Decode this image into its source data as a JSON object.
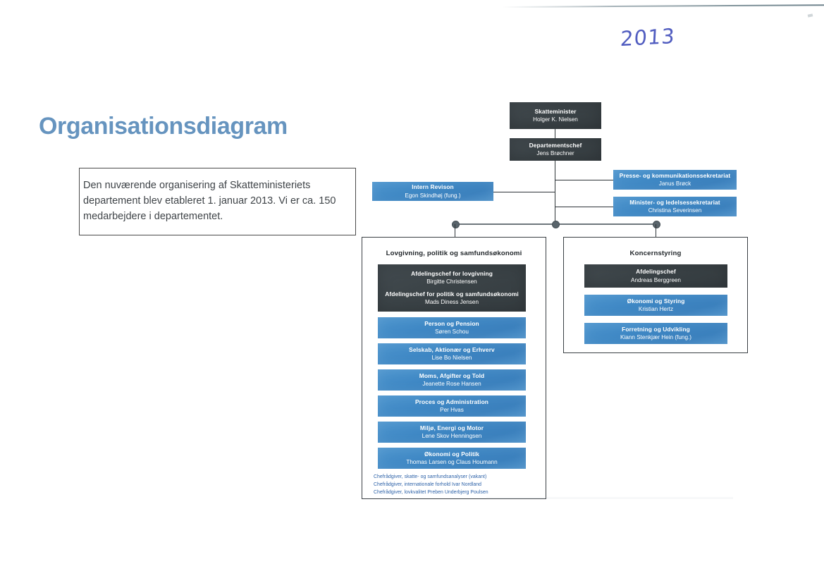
{
  "document": {
    "title": "Organisationsdiagram",
    "handwritten_annotation": "2013",
    "description": "Den nuværende organisering af Skatteministeriets departement blev etableret 1. januar 2013. Vi er ca. 150 medarbejdere i departementet."
  },
  "colors": {
    "title_blue": "#5e8fbc",
    "node_dark": "#3d4549",
    "node_blue": "#3d87c4",
    "connector": "#2e3438",
    "advisor_text": "#2d62a8",
    "handwriting": "#3a47b8"
  },
  "chart_data": {
    "type": "diagram",
    "title": "Organisationsdiagram",
    "org": "Skatteministeriets departement",
    "top": {
      "minister": {
        "title": "Skatteminister",
        "name": "Holger K. Nielsen",
        "style": "dark"
      },
      "department_head": {
        "title": "Departementschef",
        "name": "Jens Brøchner",
        "style": "dark"
      }
    },
    "staff": {
      "left": {
        "title": "Intern Revison",
        "name": "Egon Skindhøj (fung.)",
        "style": "blue"
      },
      "right": [
        {
          "title": "Presse- og kommunikationssekretariat",
          "name": "Janus Brøck",
          "style": "blue"
        },
        {
          "title": "Minister- og ledelsessekretariat",
          "name": "Christina Severinsen",
          "style": "blue"
        }
      ]
    },
    "divisions": [
      {
        "panel_title": "Lovgivning, politik og samfundsøkonomi",
        "heads": [
          {
            "title": "Afdelingschef for lovgivning",
            "name": "Birgitte Christensen"
          },
          {
            "title": "Afdelingschef for politik og samfundsøkonomi",
            "name": "Mads Diness Jensen"
          }
        ],
        "units": [
          {
            "title": "Person og Pension",
            "name": "Søren Schou"
          },
          {
            "title": "Selskab, Aktionær og Erhverv",
            "name": "Lise Bo Nielsen"
          },
          {
            "title": "Moms, Afgifter og Told",
            "name": "Jeanette Rose Hansen"
          },
          {
            "title": "Proces og Administration",
            "name": "Per Hvas"
          },
          {
            "title": "Miljø, Energi og Motor",
            "name": "Lene Skov Henningsen"
          },
          {
            "title": "Økonomi og Politik",
            "name": "Thomas Larsen og Claus Houmann"
          }
        ],
        "advisors": [
          "Chefrådgiver, skatte- og samfundsanalyser (vakant)",
          "Chefrådgiver, internationale forhold Ivar Nordland",
          "Chefrådgiver, lovkvalitet Preben Underbjerg Poulsen"
        ]
      },
      {
        "panel_title": "Koncernstyring",
        "heads": [
          {
            "title": "Afdelingschef",
            "name": "Andreas Berggreen"
          }
        ],
        "units": [
          {
            "title": "Økonomi og Styring",
            "name": "Kristian Hertz"
          },
          {
            "title": "Forretning og Udvikling",
            "name": "Kiann Stenkjær Hein (fung.)"
          }
        ],
        "advisors": []
      }
    ]
  }
}
